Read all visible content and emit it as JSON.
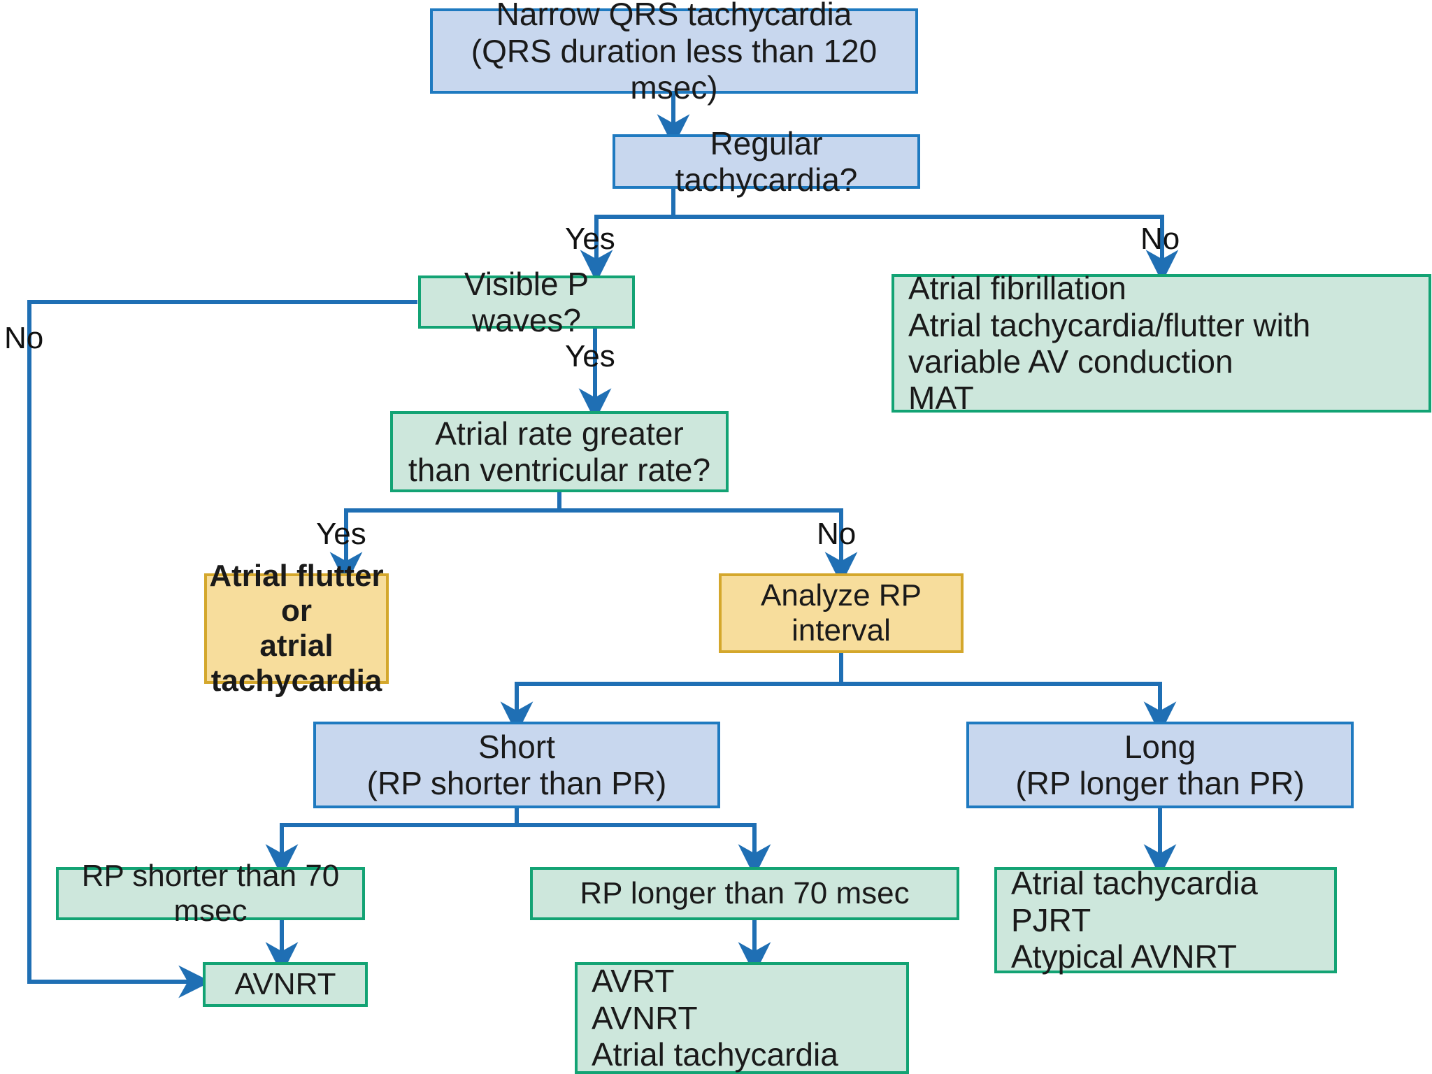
{
  "diagram": {
    "title": "Narrow QRS tachycardia diagnostic algorithm",
    "colors": {
      "blue_fill": "#c8d7ee",
      "blue_border": "#1f7ac0",
      "green_fill": "#cde7dc",
      "green_border": "#13a374",
      "amber_fill": "#f7dd9c",
      "amber_border": "#d4a72c",
      "connector": "#1f6fb4",
      "text": "#1a1a1a"
    },
    "nodes": {
      "root": "Narrow QRS tachycardia\n(QRS duration less than 120 msec)",
      "regular": "Regular tachycardia?",
      "p_waves": "Visible P waves?",
      "af_group": "Atrial fibrillation\nAtrial tachycardia/flutter with\n   variable AV conduction\nMAT",
      "atrial_rate": "Atrial rate greater\nthan ventricular rate?",
      "flutter": "Atrial flutter or\natrial\ntachycardia",
      "analyze_rp": "Analyze RP\ninterval",
      "short_rp": "Short\n(RP shorter than PR)",
      "long_rp": "Long\n(RP longer than PR)",
      "rp_shorter_70": "RP shorter than 70 msec",
      "rp_longer_70": "RP longer than 70 msec",
      "long_group": "Atrial tachycardia\nPJRT\nAtypical AVNRT",
      "avnrt": "AVNRT",
      "avrt_group": "AVRT\nAVNRT\nAtrial tachycardia"
    },
    "edge_labels": {
      "regular_yes": "Yes",
      "regular_no": "No",
      "pwaves_yes": "Yes",
      "pwaves_no": "No",
      "rate_yes": "Yes",
      "rate_no": "No"
    }
  }
}
